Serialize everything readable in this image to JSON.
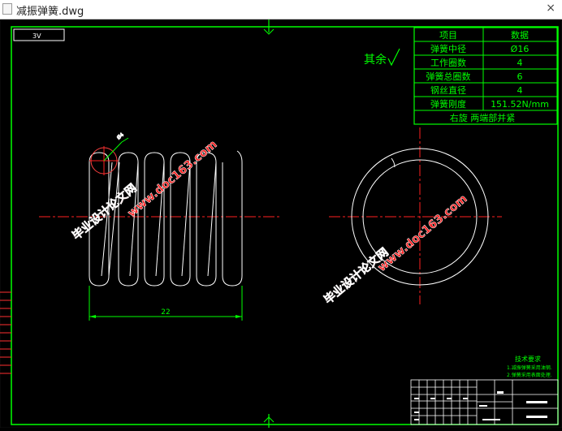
{
  "window": {
    "title": "减振弹簧.dwg"
  },
  "drawing": {
    "roughness_box_label": "3V",
    "surface_note": "其余",
    "dimension_length": "22",
    "dimension_wire": "Ø4",
    "watermark": {
      "site_cn": "毕业设计论文网",
      "site_url": "www.doc163.com"
    },
    "params_table": {
      "headers": [
        "项目",
        "数据"
      ],
      "rows": [
        [
          "弹簧中径",
          "Ø16"
        ],
        [
          "工作圈数",
          "4"
        ],
        [
          "弹簧总圈数",
          "6"
        ],
        [
          "钢丝直径",
          "4"
        ],
        [
          "弹簧刚度",
          "151.52N/mm"
        ]
      ],
      "note": "右旋  两端部并紧"
    },
    "tech_requirements": {
      "title": "技术要求",
      "items": [
        "1.减振弹簧采用油钢.",
        "2.弹簧采用表面处理."
      ]
    }
  },
  "colors": {
    "frame": "#00ff00",
    "center_line": "#ff0000",
    "geometry": "#ffffff",
    "watermark": "#ff2020",
    "background": "#000000"
  }
}
